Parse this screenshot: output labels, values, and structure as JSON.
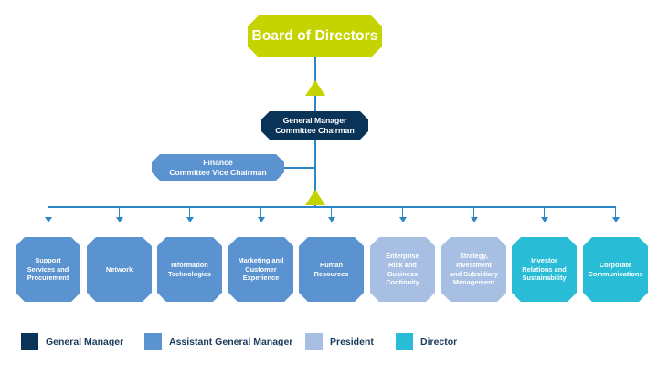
{
  "board": {
    "label": "Board of Directors"
  },
  "general_manager": {
    "line1": "General Manager",
    "line2": "Committee Chairman"
  },
  "finance": {
    "line1": "Finance",
    "line2": "Committee Vice Chairman"
  },
  "departments": [
    {
      "name": "Support Services and Procurement",
      "lines": [
        "Support",
        "Services and",
        "Procurement"
      ],
      "level": "Assistant General Manager"
    },
    {
      "name": "Network",
      "lines": [
        "Network"
      ],
      "level": "Assistant General Manager"
    },
    {
      "name": "Information Technologies",
      "lines": [
        "Information",
        "Technologies"
      ],
      "level": "Assistant General Manager"
    },
    {
      "name": "Marketing and Customer Experience",
      "lines": [
        "Marketing and",
        "Customer",
        "Experience"
      ],
      "level": "Assistant General Manager"
    },
    {
      "name": "Human Resources",
      "lines": [
        "Human",
        "Resources"
      ],
      "level": "Assistant General Manager"
    },
    {
      "name": "Enterprise Risk and Business Continuity",
      "lines": [
        "Enterprise",
        "Risk and",
        "Business",
        "Continuity"
      ],
      "level": "President"
    },
    {
      "name": "Strategy, Investment and Subsidiary Management",
      "lines": [
        "Strategy,",
        "Investment",
        "and Subsidiary",
        "Management"
      ],
      "level": "President"
    },
    {
      "name": "Investor Relations and Sustainability",
      "lines": [
        "Investor",
        "Relations and",
        "Sustainability"
      ],
      "level": "Director"
    },
    {
      "name": "Corporate Communications",
      "lines": [
        "Corporate",
        "Communications"
      ],
      "level": "Director"
    }
  ],
  "legend": [
    {
      "label": "General Manager",
      "color": "#0a3358"
    },
    {
      "label": "Assistant General Manager",
      "color": "#5b92d0"
    },
    {
      "label": "President",
      "color": "#a7bfe3"
    },
    {
      "label": "Director",
      "color": "#29bcd6"
    }
  ],
  "colors": {
    "board": "#c5d300",
    "General Manager": "#0a3358",
    "Assistant General Manager": "#5b92d0",
    "President": "#a7bfe3",
    "Director": "#29bcd6",
    "connector": "#2b86c6"
  }
}
